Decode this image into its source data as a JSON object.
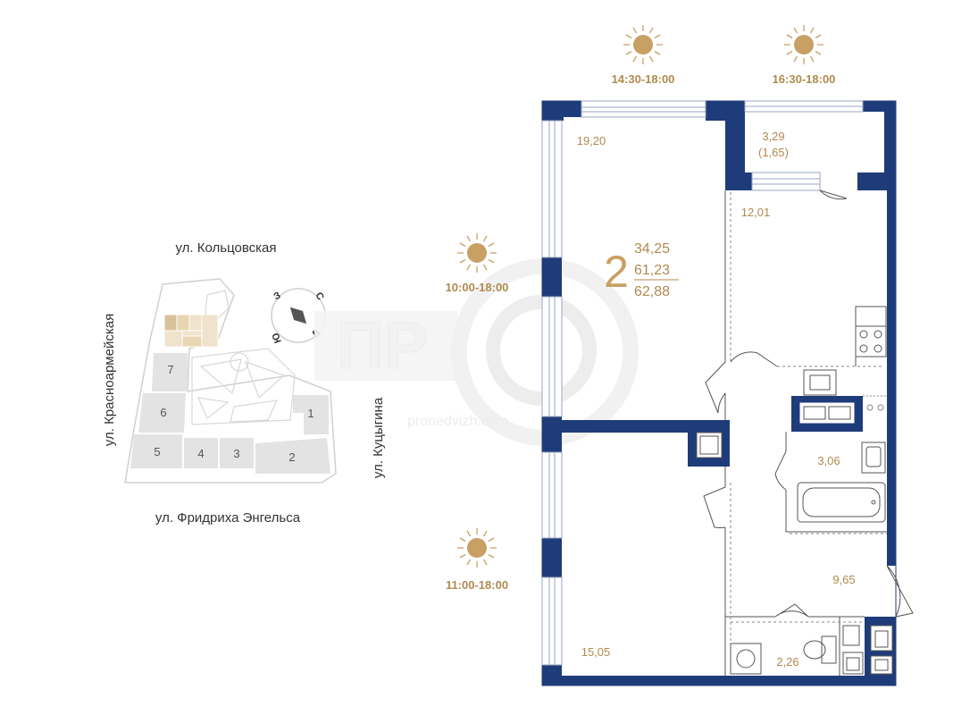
{
  "streets": {
    "north": "ул. Кольцовская",
    "west": "ул. Красноармейская",
    "east": "ул. Куцыгина",
    "south": "ул. Фридриха Энгельса"
  },
  "compass": {
    "north": "С",
    "south": "Ю",
    "east": "В",
    "west": "З"
  },
  "sections": [
    "1",
    "2",
    "3",
    "4",
    "5",
    "6",
    "7"
  ],
  "insolation": [
    "14:30-18:00",
    "16:30-18:00",
    "10:00-18:00",
    "11:00-18:00"
  ],
  "apartment": {
    "rooms": "2",
    "living_area": "34,25",
    "total_area": "61,23",
    "total_with_balcony": "62,88"
  },
  "room_areas": {
    "room_top": "19,20",
    "balcony": "3,29",
    "balcony_reduced": "(1,65)",
    "kitchen": "12,01",
    "bathroom": "3,06",
    "hall": "9,65",
    "toilet": "2,26",
    "room_bottom": "15,05"
  },
  "watermark": "pronedvizh.com",
  "colors": {
    "wall": "#1f3c7a",
    "accent": "#c9a063",
    "text_gold": "#b08a4f",
    "section_fill": "#e3e3e3",
    "highlight": "#d9c29a"
  }
}
